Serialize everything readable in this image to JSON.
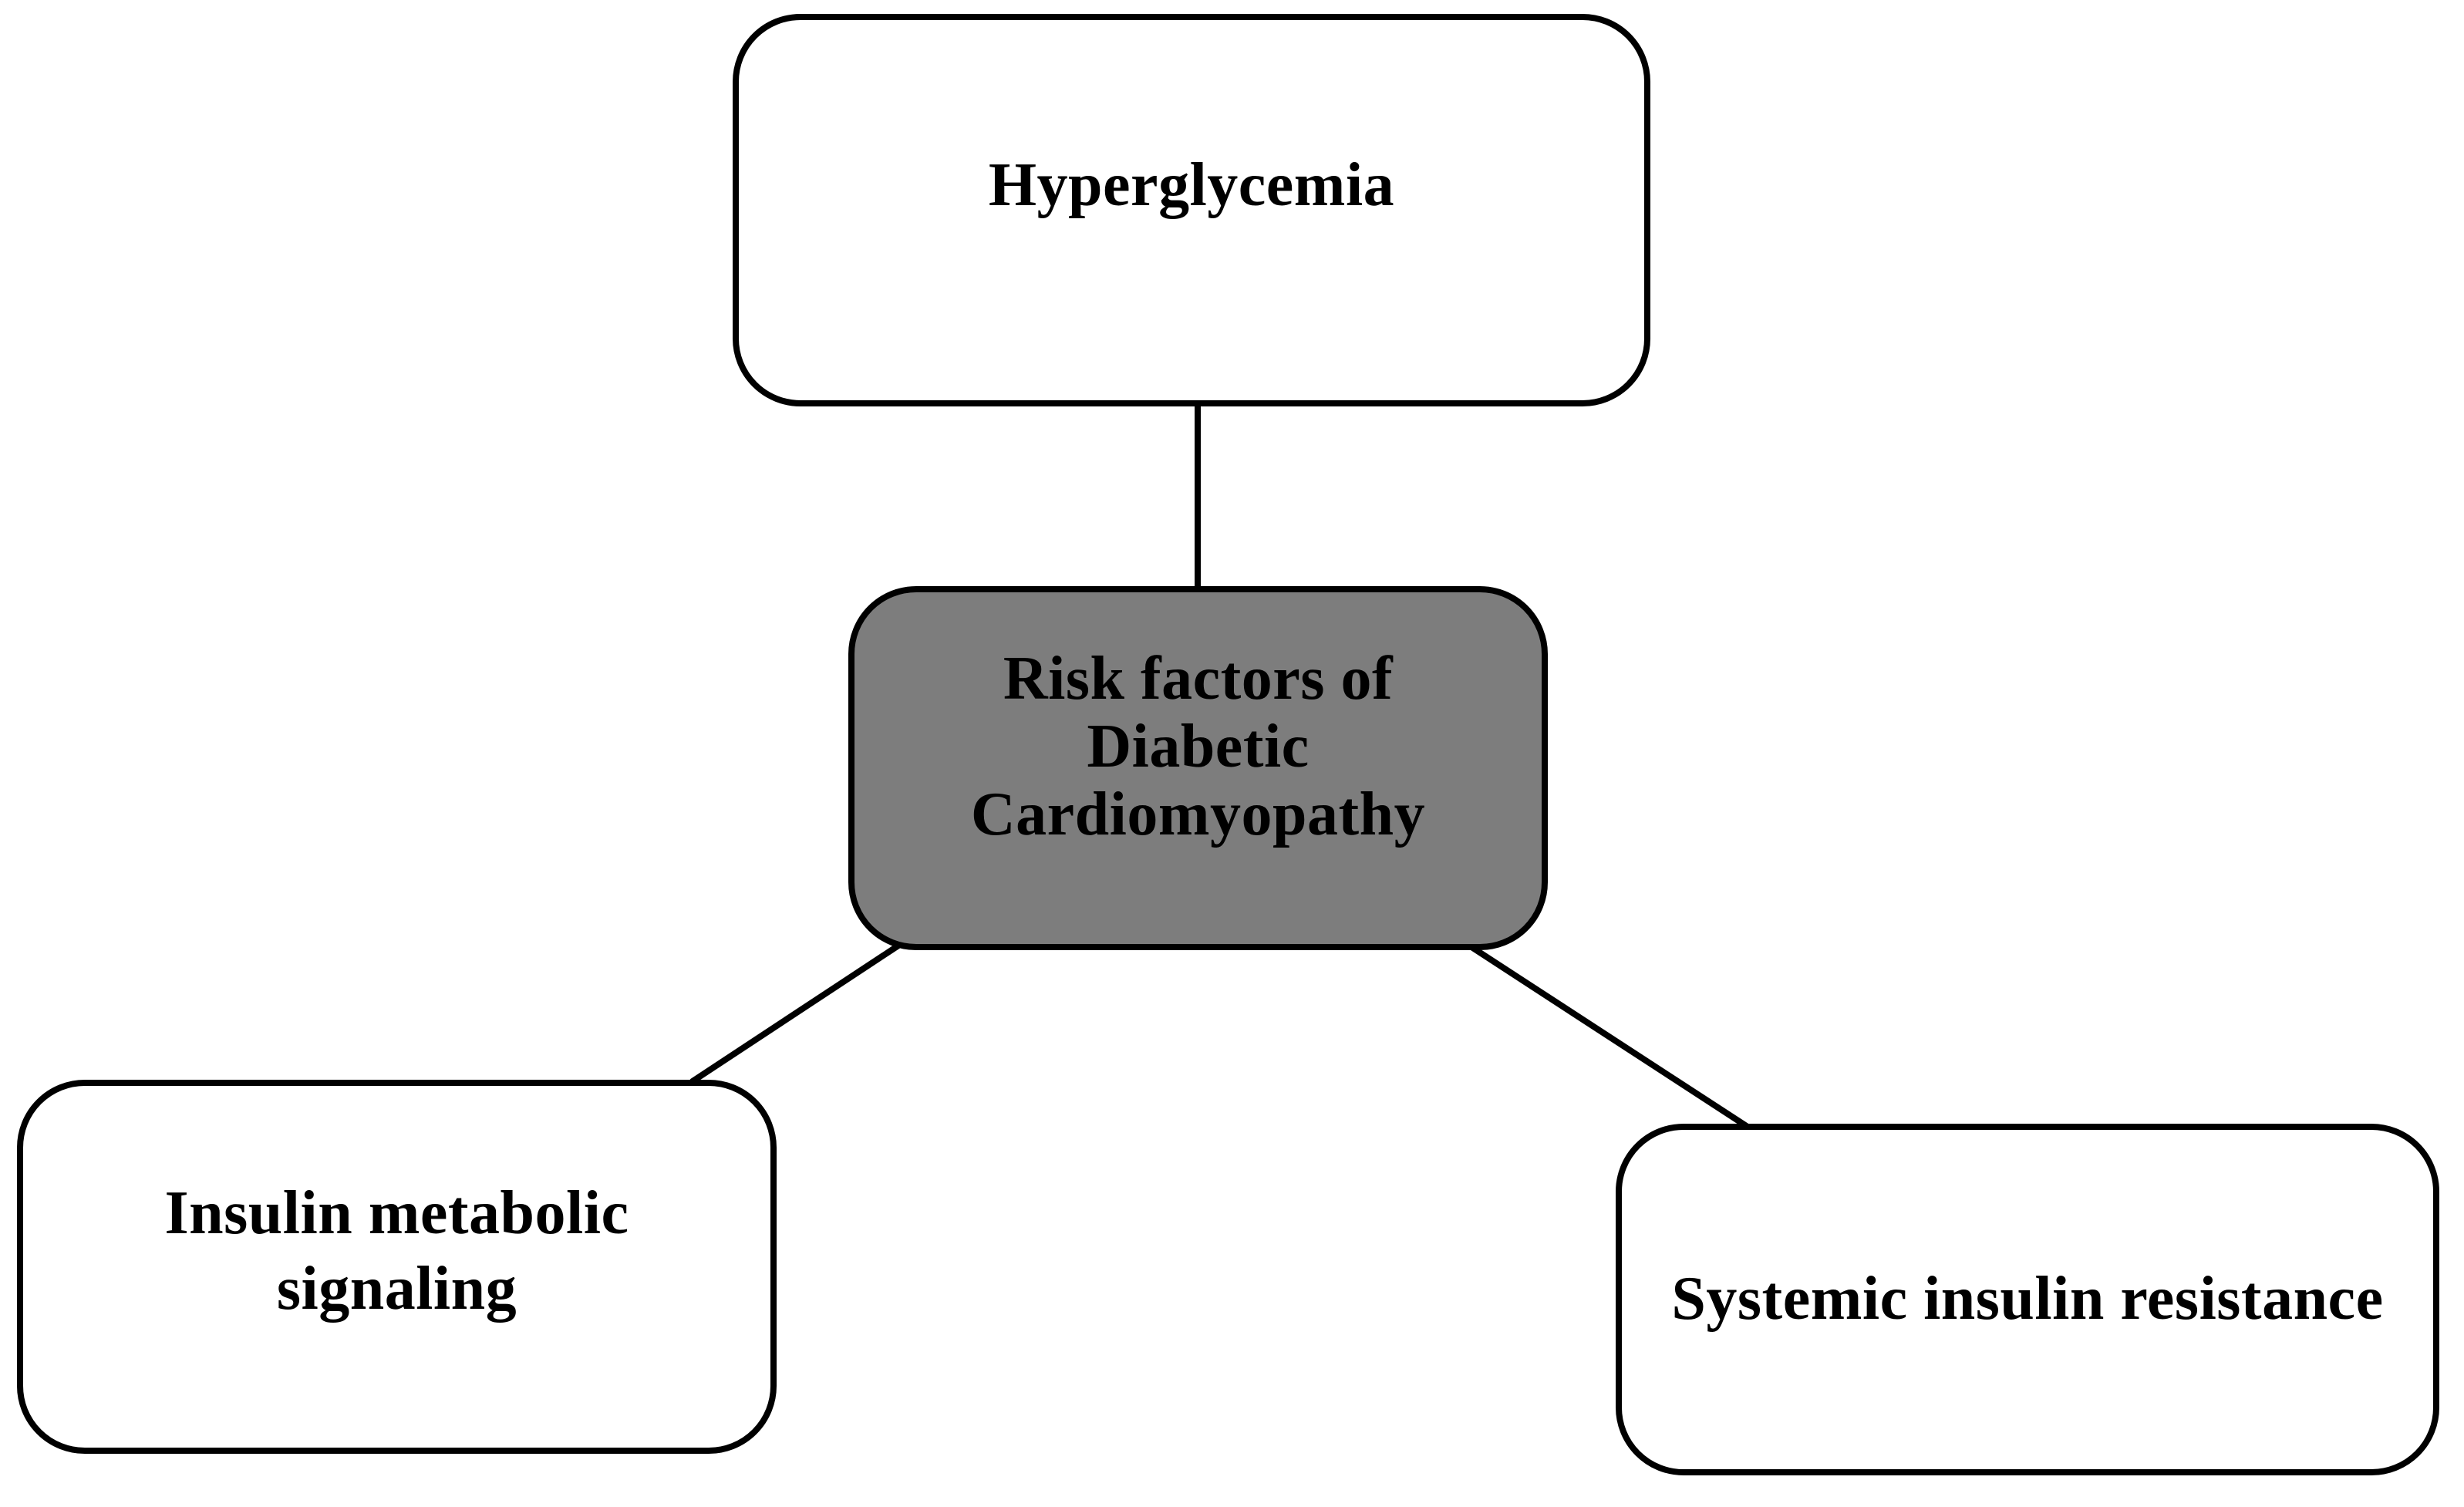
{
  "diagram": {
    "background_color": "#ffffff",
    "border_color": "#000000",
    "text_color": "#000000",
    "nodes": [
      {
        "id": "hyperglycemia",
        "lines": [
          "Hyperglycemia"
        ],
        "fill": "#ffffff"
      },
      {
        "id": "risk-factors-of-diabetic-cardiomyopathy",
        "lines": [
          "Risk factors of",
          "Diabetic",
          "Cardiomyopathy"
        ],
        "fill": "#7d7d7d"
      },
      {
        "id": "insulin-metabolic-signaling",
        "lines": [
          "Insulin metabolic",
          "signaling"
        ],
        "fill": "#ffffff"
      },
      {
        "id": "systemic-insulin-resistance",
        "lines": [
          "Systemic insulin resistance"
        ],
        "fill": "#ffffff"
      }
    ],
    "edges": [
      {
        "from": "hyperglycemia",
        "to": "risk-factors-of-diabetic-cardiomyopathy"
      },
      {
        "from": "risk-factors-of-diabetic-cardiomyopathy",
        "to": "insulin-metabolic-signaling"
      },
      {
        "from": "risk-factors-of-diabetic-cardiomyopathy",
        "to": "systemic-insulin-resistance"
      }
    ]
  }
}
